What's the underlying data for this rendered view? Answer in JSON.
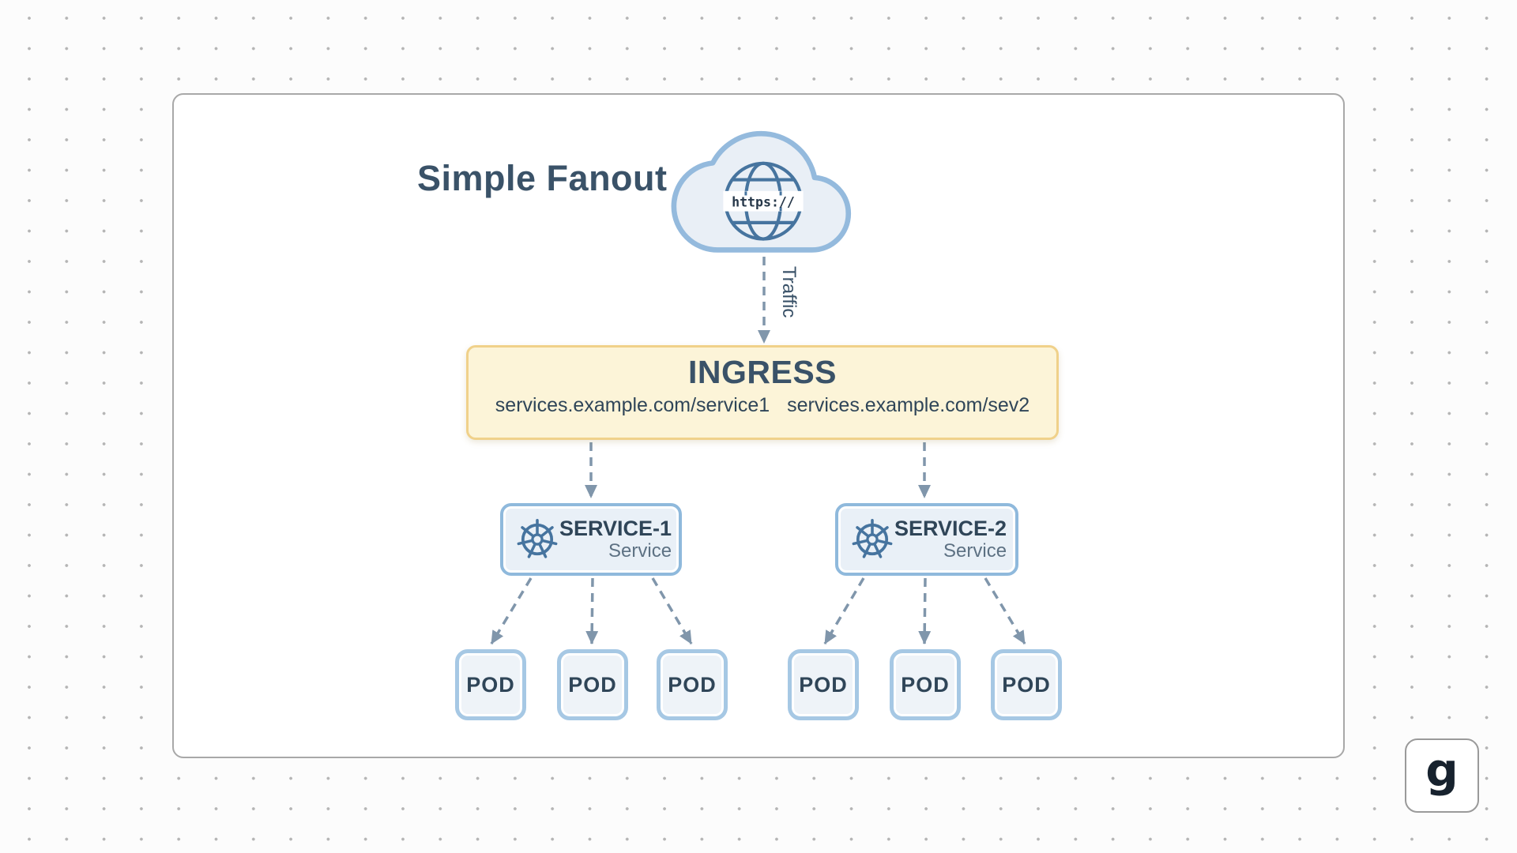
{
  "diagram": {
    "title": "Simple Fanout",
    "cloud": {
      "label": "https://"
    },
    "traffic_label": "Traffic",
    "ingress": {
      "title": "INGRESS",
      "routes": [
        "services.example.com/service1",
        "services.example.com/sev2"
      ]
    },
    "services": [
      {
        "name": "SERVICE-1",
        "type_label": "Service"
      },
      {
        "name": "SERVICE-2",
        "type_label": "Service"
      }
    ],
    "pods": [
      "POD",
      "POD",
      "POD",
      "POD",
      "POD",
      "POD"
    ]
  },
  "watermark": {
    "label": "g"
  },
  "colors": {
    "title-text": "#3a5268",
    "node-text": "#2f4558",
    "subtle-text": "#5d7183",
    "ingress-fill": "#fcf4d8",
    "ingress-border": "#f0d18a",
    "node-fill": "#e9f0f7",
    "node-border": "#8fb9dc",
    "pod-fill": "#eef3f8",
    "pod-border": "#a6c8e4",
    "arrow": "#8096ab",
    "cloud-fill": "#e9eff6",
    "cloud-border": "#94badd",
    "globe-stroke": "#46749f",
    "https-text": "#263749",
    "card-border": "#a8a8a8",
    "page-bg": "#fcfcfc",
    "dot": "#b5b5b5",
    "logo-text": "#17222e",
    "logo-border": "#9a9a9a"
  }
}
